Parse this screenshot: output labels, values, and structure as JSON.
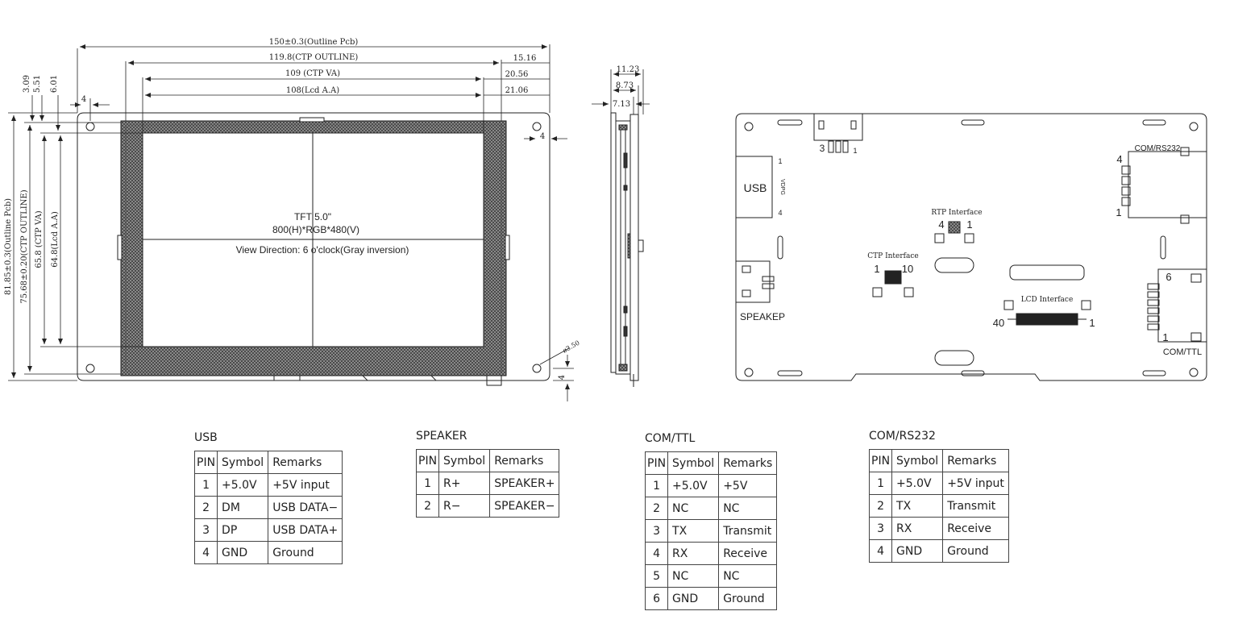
{
  "front_view": {
    "dims": {
      "outline_pcb": "150±0.3(Outline Pcb)",
      "ctp_outline": "119.8(CTP OUTLINE)",
      "ctp_va": "109 (CTP VA)",
      "lcd_aa": "108(Lcd A.A)",
      "r1": "15.16",
      "r2": "20.56",
      "r3": "21.06",
      "v1": "3.09",
      "v2": "5.51",
      "v3": "6.01",
      "hole_offset": "4",
      "right_hole_offset": "4",
      "bottom_offset": "4",
      "hole_dia": "ø3.50",
      "h_outline_pcb": "81.85±0.3(Outline Pcb)",
      "h_ctp_outline": "75.68±0.20(CTP OUTLINE)",
      "h_ctp_va": "65.8 (CTP VA)",
      "h_lcd_aa": "64.8(Lcd A.A)"
    },
    "screen_text": {
      "line1": "TFT 5.0\"",
      "line2": "800(H)*RGB*480(V)",
      "line3": "View Direction: 6 o'clock(Gray inversion)"
    }
  },
  "side_view": {
    "d1": "11.23",
    "d2": "8.73",
    "d3": "7.13"
  },
  "back_view": {
    "usb_label": "USB",
    "usb_pin_first": "1",
    "usb_pin_last": "4",
    "usb_pins": "VDPG",
    "speaker_label": "SPEAKEP",
    "top_conn_left": "3",
    "top_conn_right": "1",
    "rtp_label": "RTP Interface",
    "rtp_pin_left": "4",
    "rtp_pin_right": "1",
    "ctp_label": "CTP Interface",
    "ctp_pin_left": "1",
    "ctp_pin_right": "10",
    "lcd_label": "LCD Interface",
    "lcd_pin_left": "40",
    "lcd_pin_right": "1",
    "com_rs232_label": "COM/RS232",
    "rs232_pin_top": "4",
    "rs232_pin_bottom": "1",
    "com_ttl_label": "COM/TTL",
    "ttl_pin_top": "6",
    "ttl_pin_bottom": "1"
  },
  "tables": {
    "usb": {
      "title": "USB",
      "headers": [
        "PIN",
        "Symbol",
        "Remarks"
      ],
      "rows": [
        [
          "1",
          "+5.0V",
          "+5V  input"
        ],
        [
          "2",
          "DM",
          "USB  DATA−"
        ],
        [
          "3",
          "DP",
          "USB  DATA+"
        ],
        [
          "4",
          "GND",
          "Ground"
        ]
      ]
    },
    "speaker": {
      "title": "SPEAKER",
      "headers": [
        "PIN",
        "Symbol",
        "Remarks"
      ],
      "rows": [
        [
          "1",
          "R+",
          "SPEAKER+"
        ],
        [
          "2",
          "R−",
          "SPEAKER−"
        ]
      ]
    },
    "com_ttl": {
      "title": "COM/TTL",
      "headers": [
        "PIN",
        "Symbol",
        "Remarks"
      ],
      "rows": [
        [
          "1",
          "+5.0V",
          "+5V"
        ],
        [
          "2",
          "NC",
          "NC"
        ],
        [
          "3",
          "TX",
          "Transmit"
        ],
        [
          "4",
          "RX",
          "Receive"
        ],
        [
          "5",
          "NC",
          "NC"
        ],
        [
          "6",
          "GND",
          "Ground"
        ]
      ]
    },
    "com_rs232": {
      "title": "COM/RS232",
      "headers": [
        "PIN",
        "Symbol",
        "Remarks"
      ],
      "rows": [
        [
          "1",
          "+5.0V",
          "+5V  input"
        ],
        [
          "2",
          "TX",
          "Transmit"
        ],
        [
          "3",
          "RX",
          "Receive"
        ],
        [
          "4",
          "GND",
          "Ground"
        ]
      ]
    }
  }
}
